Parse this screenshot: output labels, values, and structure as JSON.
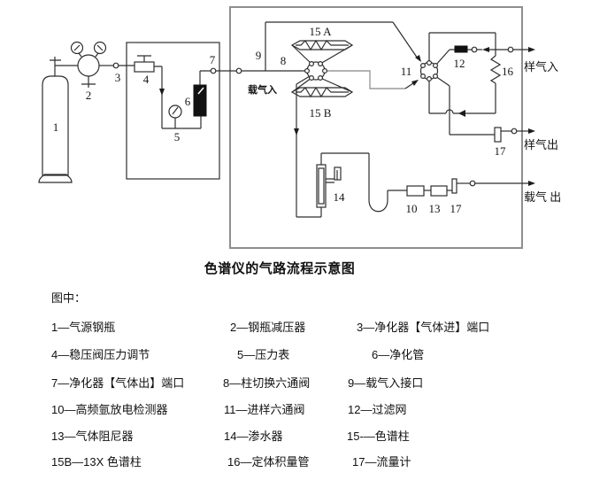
{
  "diagram": {
    "title": "色谱仪的气路流程示意图",
    "labels": {
      "n1": "1",
      "n2": "2",
      "n3": "3",
      "n4": "4",
      "n5": "5",
      "n6": "6",
      "n7": "7",
      "n8": "8",
      "n9": "9",
      "n10": "10",
      "n11": "11",
      "n12": "12",
      "n13": "13",
      "n14": "14",
      "n16": "16",
      "n17_sample": "17",
      "n17_carrier": "17",
      "col15a": "15 A",
      "col15b": "15 B"
    },
    "ports": {
      "carrier_in": "载气入",
      "sample_in": "样气入",
      "sample_out": "样气出",
      "carrier_out": "载气 出"
    }
  },
  "legend": {
    "heading": "图中：",
    "rows": [
      [
        "1—气源钢瓶",
        "2—钢瓶减压器",
        "3—净化器【气体进】端口"
      ],
      [
        "4—稳压阀压力调节",
        "5—压力表",
        "6—净化管"
      ],
      [
        "7—净化器【气体出】端口",
        "8—柱切换六通阀",
        "9—载气入接口"
      ],
      [
        "10—高频氩放电检测器",
        "11—进样六通阀",
        "12—过滤网"
      ],
      [
        "13—气体阻尼器",
        "14—渗水器",
        "15-—色谱柱"
      ],
      [
        "15B—13X 色谱柱",
        "16—定体积量管",
        "17—流量计"
      ]
    ]
  },
  "colors": {
    "line": "#2e2e2e",
    "frame": "#8e8e8e",
    "fill_dark": "#111111",
    "background": "#ffffff"
  }
}
